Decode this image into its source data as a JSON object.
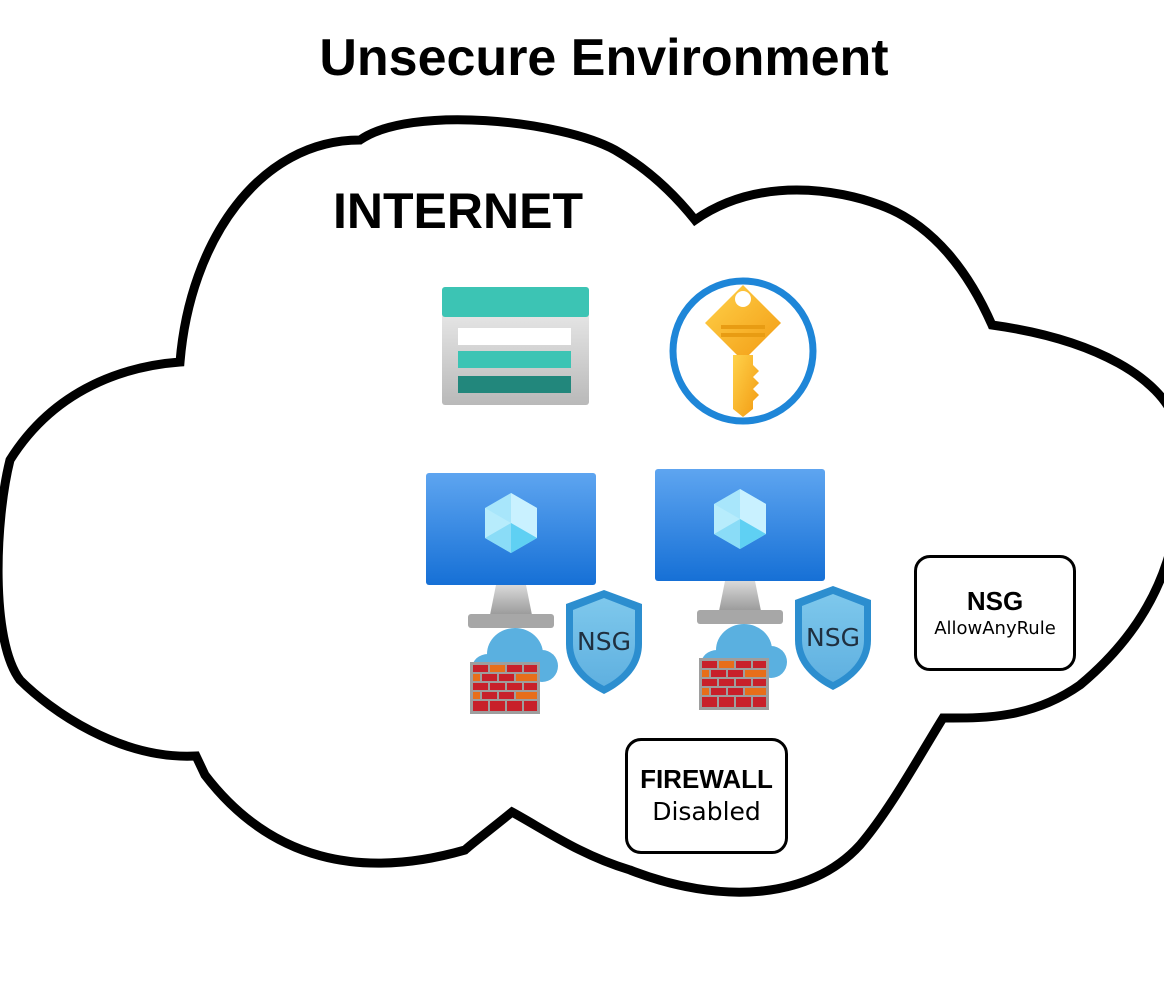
{
  "diagram": {
    "title": "Unsecure Environment",
    "cloud_label": "INTERNET",
    "shield_label": "NSG",
    "nsg_box": {
      "title": "NSG",
      "detail": "AllowAnyRule"
    },
    "firewall_box": {
      "title": "FIREWALL",
      "detail": "Disabled"
    }
  },
  "colors": {
    "outline": "#000000",
    "storage_teal": "#3cc4b4",
    "storage_dark_teal": "#22877c",
    "key_gold": "#f9c12e",
    "key_ring": "#1e86d8",
    "vm_blue": "#3d8fe8",
    "shield_blue": "#4aa3d7",
    "firewall_red": "#c8202a"
  },
  "icons": [
    "storage-account-icon",
    "key-vault-icon",
    "virtual-machine-icon",
    "firewall-icon",
    "nsg-shield-icon"
  ]
}
